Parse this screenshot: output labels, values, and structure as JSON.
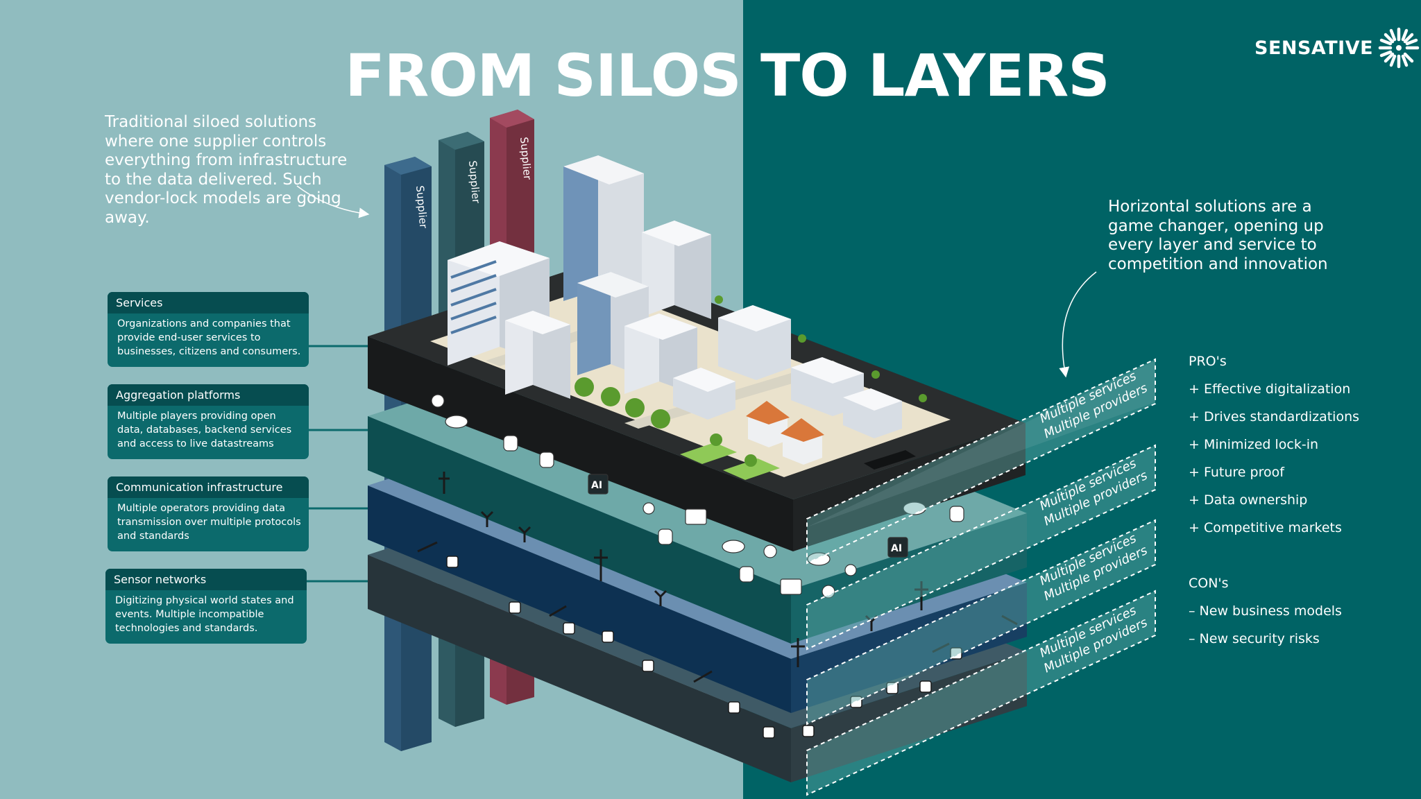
{
  "title": "FROM SILOS TO LAYERS",
  "brand": {
    "name": "SENSATIVE"
  },
  "intro_left": "Traditional siloed solutions where one supplier controls everything from infrastructure to the data delivered. Such vendor-lock models are going away.",
  "intro_right": "Horizontal solutions are a game changer, opening up every layer and service to competition and innovation",
  "supplier_label": "Supplier",
  "layer_tag": {
    "line1": "Multiple services",
    "line2": "Multiple providers"
  },
  "layers": [
    {
      "title": "Services",
      "description": "Organizations and companies that provide end-user services to businesses, citizens and consumers."
    },
    {
      "title": "Aggregation platforms",
      "description": "Multiple players providing open data, databases, backend services and access to live datastreams"
    },
    {
      "title": "Communication infrastructure",
      "description": "Multiple operators providing data transmission over multiple protocols and standards"
    },
    {
      "title": "Sensor networks",
      "description": "Digitizing physical world states and events. Multiple incompatible technologies and standards."
    }
  ],
  "pros": {
    "heading": "PRO's",
    "items": [
      "+ Effective digitalization",
      "+ Drives standardizations",
      "+ Minimized lock-in",
      "+ Future proof",
      "+ Data ownership",
      "+ Competitive markets"
    ]
  },
  "cons": {
    "heading": "CON's",
    "items": [
      "– New business models",
      "– New security risks"
    ]
  },
  "chip_label": "AI",
  "colors": {
    "background_left": "#90bcbf",
    "background_right": "#006365",
    "card": "#0c6a6c",
    "card_header": "#064d50",
    "supplier_blue": "#2e5777",
    "supplier_teal": "#2f5a62",
    "supplier_red": "#8b3a4e",
    "phone": "#2a2d2e"
  }
}
